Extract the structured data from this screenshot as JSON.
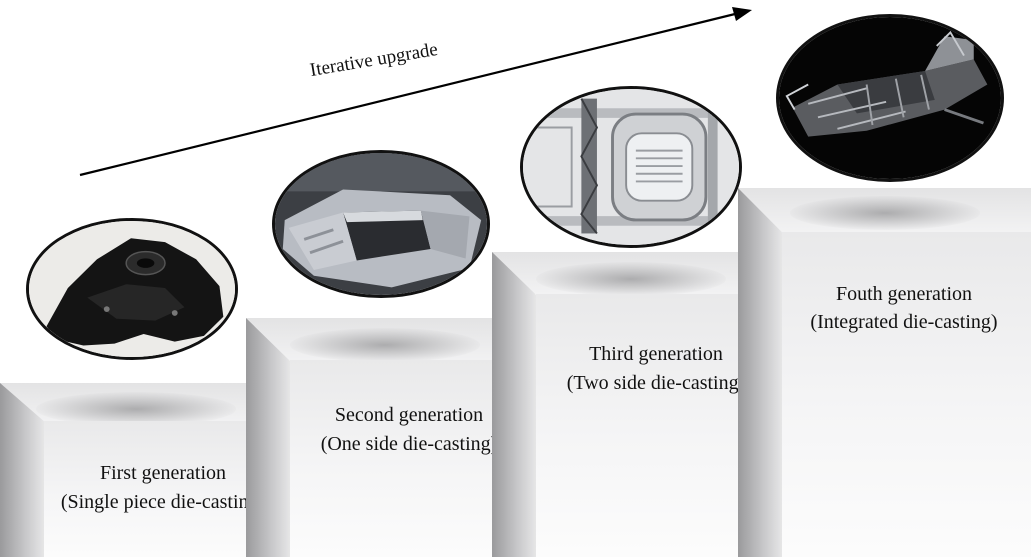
{
  "arrow": {
    "label": "Iterative upgrade"
  },
  "steps": [
    {
      "title": "First generation",
      "subtitle": "(Single piece die-casting)",
      "image": "black single-piece die-cast part"
    },
    {
      "title": "Second generation",
      "subtitle": "(One side die-casting)",
      "image": "silver die-cast frame"
    },
    {
      "title": "Third generation",
      "subtitle": "(Two side die-casting)",
      "image": "die-casting mold structure"
    },
    {
      "title": "Fouth generation",
      "subtitle": "(Integrated die-casting)",
      "image": "integrated underbody casting on black"
    }
  ]
}
